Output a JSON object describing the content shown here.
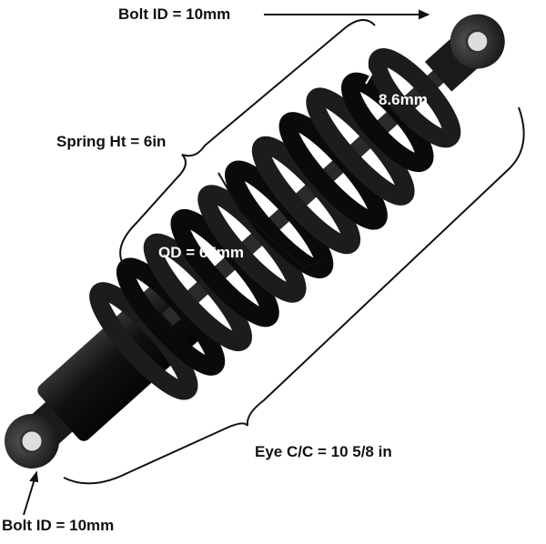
{
  "labels": {
    "bolt_top": "Bolt ID = 10mm",
    "wire": "8.6mm",
    "spring_height": "Spring Ht = 6in",
    "outer_diameter": "OD = 65mm",
    "eye_center": "Eye C/C = 10  5/8 in",
    "bolt_bottom": "Bolt ID = 10mm"
  },
  "colors": {
    "shock": "#0c0c0c",
    "annotation": "#111111"
  }
}
